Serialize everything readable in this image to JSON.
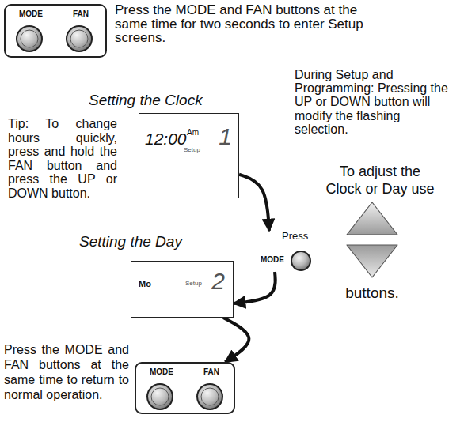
{
  "diagram": {
    "nodes": [
      {
        "text": [
          "MODE",
          "FAN"
        ]
      },
      {
        "text": [
          "12:00",
          "Am",
          "Setup",
          "1"
        ]
      },
      {
        "text": [
          "Press",
          "MODE"
        ]
      },
      {
        "text": [
          "Mo",
          "Setup",
          "2"
        ]
      },
      {
        "text": [
          "MODE",
          "FAN"
        ]
      }
    ],
    "edges": [
      {
        "from": 1,
        "to": 2,
        "arrow": "to"
      },
      {
        "from": 2,
        "to": 3,
        "arrow": "to"
      },
      {
        "from": 3,
        "to": 4,
        "arrow": "to"
      }
    ],
    "labels": [
      "Press the MODE and FAN buttons at the same time for two seconds to enter Setup screens.",
      "Setting the Clock",
      "Tip: To change hours quickly, press and hold the FAN button and press the UP or DOWN button.",
      "During Setup and Programming: Pressing the UP or DOWN button will modify the flashing selection.",
      "To adjust the Clock or Day use",
      "buttons.",
      "Setting the Day",
      "Press the MODE and FAN buttons at the same time to return to normal operation."
    ]
  }
}
